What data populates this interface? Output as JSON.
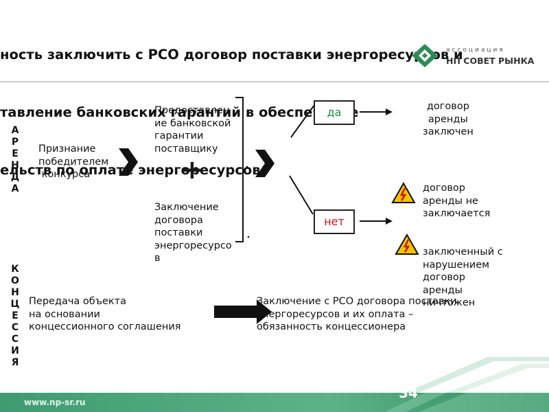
{
  "slide": {
    "title_lines": [
      "ность заключить с РСО договор поставки энергоресурсов и",
      "тавление банковских гарантий в обеспечение",
      "ельств по оплате энергоресурсов"
    ],
    "page_number": "34",
    "footer_url": "www.np-sr.ru"
  },
  "logo": {
    "small_text": "ассоциация",
    "main_text": "НП СОВЕТ РЫНКА",
    "icon": "np-sovet-rynka-logo-icon"
  },
  "section_labels": {
    "arenda": [
      "А",
      "Р",
      "Е",
      "Н",
      "Д",
      "А"
    ],
    "koncessiya": [
      "К",
      "О",
      "Н",
      "Ц",
      "Е",
      "С",
      "С",
      "И",
      "Я"
    ]
  },
  "arenda": {
    "recognition_text": "Признание\nпобедителем\n конкурса",
    "bank_guarantee_text": "Предоставлен\nие банковской\nгарантии\nпоставщику",
    "plus_sign": "+",
    "contract_text": "Заключение\nдоговора\nпоставки\nэнергоресурсо\nв",
    "yes_label": "да",
    "no_label": "нет",
    "result_yes": "договор\nаренды\nзаключен",
    "result_no_1": "договор\nаренды не\nзаключается",
    "result_no_2": "заключенный с\nнарушением\nдоговор\nаренды\nничтожен"
  },
  "koncessiya": {
    "transfer_text": "Передача объекта\nна основании\nконцессионного соглашения",
    "result_text": "Заключение с РСО договора поставки\nэнергоресурсов и их оплата –\nобязанность концессионера"
  },
  "colors": {
    "green": "#2e8b57",
    "yes_green": "#1e8c4a",
    "no_red": "#d01010",
    "warning_yellow": "#f5c400",
    "footer_green": "#4aa67a"
  }
}
